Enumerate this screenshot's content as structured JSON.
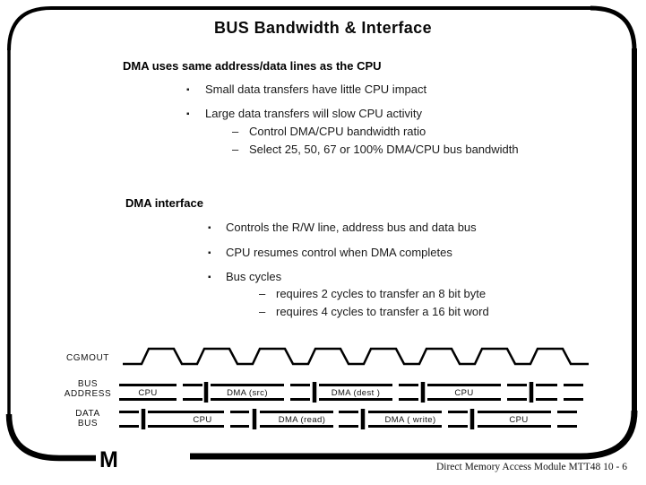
{
  "slide": {
    "title": "BUS Bandwidth & Interface",
    "footer": "Direct Memory Access Module MTT48  10 - 6",
    "logo": "M"
  },
  "chars": {
    "bullet": "▪",
    "dash": "–"
  },
  "section1": {
    "heading": "DMA uses same address/data lines as the CPU",
    "bullet1": "Small data transfers have little CPU impact",
    "bullet2": "Large data transfers will slow CPU activity",
    "sub1": "Control DMA/CPU bandwidth ratio",
    "sub2": "Select 25, 50, 67 or 100% DMA/CPU bus bandwidth"
  },
  "section2": {
    "heading": "DMA interface",
    "bullet1": "Controls the R/W line, address bus and data bus",
    "bullet2": "CPU resumes control when DMA completes",
    "bullet3": "Bus cycles",
    "sub1": "requires 2 cycles to transfer an 8 bit byte",
    "sub2": "requires 4 cycles to transfer a 16 bit word"
  },
  "timing_diagram": {
    "rows": [
      {
        "label": "CGMOUT",
        "type": "clock"
      },
      {
        "label_line1": "BUS",
        "label_line2": "ADDRESS",
        "type": "bus",
        "segments": [
          "CPU",
          "DMA (src)",
          "DMA (dest )",
          "CPU"
        ]
      },
      {
        "label_line1": "DATA",
        "label_line2": "BUS",
        "type": "bus",
        "segments": [
          "CPU",
          "DMA (read)",
          "DMA ( write)",
          "CPU"
        ]
      }
    ]
  }
}
